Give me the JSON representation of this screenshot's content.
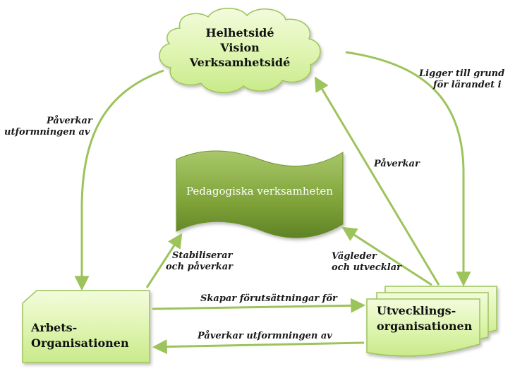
{
  "nodes": {
    "cloud": {
      "lines": [
        "Helhetsidé",
        "Vision",
        "Verksamhetsidé"
      ]
    },
    "pedagogiska": {
      "label": "Pedagogiska verksamheten"
    },
    "arbets": {
      "line1": "Arbets-",
      "line2": "Organisationen"
    },
    "utvecklings": {
      "line1": "Utvecklings-",
      "line2": "organisationen"
    }
  },
  "edges": {
    "arb_to_cloud": {
      "line1": "Påverkar",
      "line2": "utformningen av"
    },
    "cloud_to_utv": {
      "line1": "Ligger till grund",
      "line2": "för lärandet i"
    },
    "utv_to_cloud": {
      "label": "Påverkar"
    },
    "arb_to_ped": {
      "line1": "Stabiliserar",
      "line2": "och påverkar"
    },
    "utv_to_ped": {
      "line1": "Vägleder",
      "line2": "och utvecklar"
    },
    "arb_to_utv": {
      "label": "Skapar förutsättningar för"
    },
    "utv_to_arb": {
      "label": "Påverkar utformningen av"
    }
  },
  "colors": {
    "fill_light": "#d9f2a6",
    "fill_dark": "#7a9e2e",
    "stroke": "#9dc35b",
    "text": "#111111"
  }
}
